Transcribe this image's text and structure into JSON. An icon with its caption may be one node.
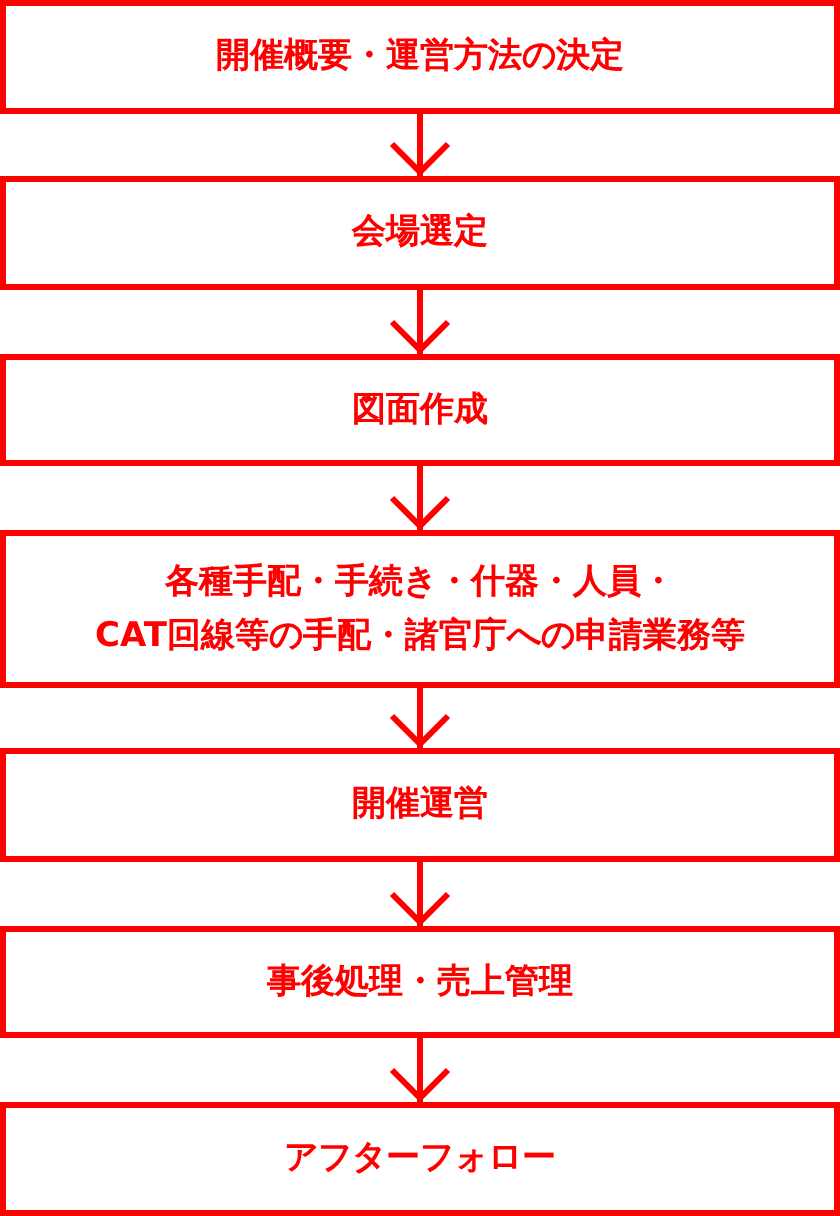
{
  "diagram": {
    "nodes": [
      {
        "text": [
          "開催概要・運営方法の決定"
        ]
      },
      {
        "text": [
          "会場選定"
        ]
      },
      {
        "text": [
          "図面作成"
        ]
      },
      {
        "text": [
          "各種手配・手続き・什器・人員・CAT回線等の手配・諸官庁への申請業務等"
        ]
      },
      {
        "text": [
          "開催運営"
        ]
      },
      {
        "text": [
          "事後処理・売上管理"
        ]
      },
      {
        "text": [
          "アフターフォロー"
        ]
      }
    ],
    "edges": [
      {
        "from": 0,
        "to": 1,
        "arrow": "to"
      },
      {
        "from": 1,
        "to": 2,
        "arrow": "to"
      },
      {
        "from": 2,
        "to": 3,
        "arrow": "to"
      },
      {
        "from": 3,
        "to": 4,
        "arrow": "to"
      },
      {
        "from": 4,
        "to": 5,
        "arrow": "to"
      },
      {
        "from": 5,
        "to": 6,
        "arrow": "to"
      }
    ]
  }
}
